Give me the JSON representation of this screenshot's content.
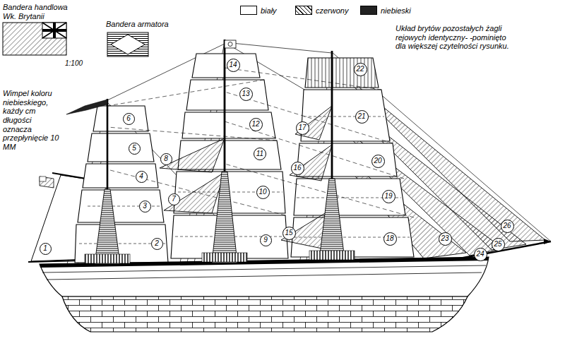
{
  "diagram": {
    "nodes": [
      {
        "text": [
          "1"
        ]
      },
      {
        "text": [
          "2"
        ]
      },
      {
        "text": [
          "3"
        ]
      },
      {
        "text": [
          "4"
        ]
      },
      {
        "text": [
          "5"
        ]
      },
      {
        "text": [
          "6"
        ]
      },
      {
        "text": [
          "7"
        ]
      },
      {
        "text": [
          "8"
        ]
      },
      {
        "text": [
          "9"
        ]
      },
      {
        "text": [
          "10"
        ]
      },
      {
        "text": [
          "11"
        ]
      },
      {
        "text": [
          "12"
        ]
      },
      {
        "text": [
          "13"
        ]
      },
      {
        "text": [
          "14"
        ]
      },
      {
        "text": [
          "15"
        ]
      },
      {
        "text": [
          "16"
        ]
      },
      {
        "text": [
          "17"
        ]
      },
      {
        "text": [
          "18"
        ]
      },
      {
        "text": [
          "19"
        ]
      },
      {
        "text": [
          "20"
        ]
      },
      {
        "text": [
          "21"
        ]
      },
      {
        "text": [
          "22"
        ]
      },
      {
        "text": [
          "23"
        ]
      },
      {
        "text": [
          "24"
        ]
      },
      {
        "text": [
          "25"
        ]
      },
      {
        "text": [
          "26"
        ]
      }
    ],
    "labels": [
      "Bandera handlowa Wk. Brytanii",
      "Bandera armatora",
      "1:100",
      "Wimpel koloru niebieskiego, każdy cm długości oznacza przepłynięcie 10 MM",
      "Układ brytów pozostałych żagli rejowych identyczny- -pominięto dla większej czytelności rysunku."
    ],
    "legend": [
      {
        "text": "biały",
        "color": "#ffffff"
      },
      {
        "text": "czerwony"
      },
      {
        "text": "niebieski",
        "color": "#222222"
      }
    ]
  }
}
